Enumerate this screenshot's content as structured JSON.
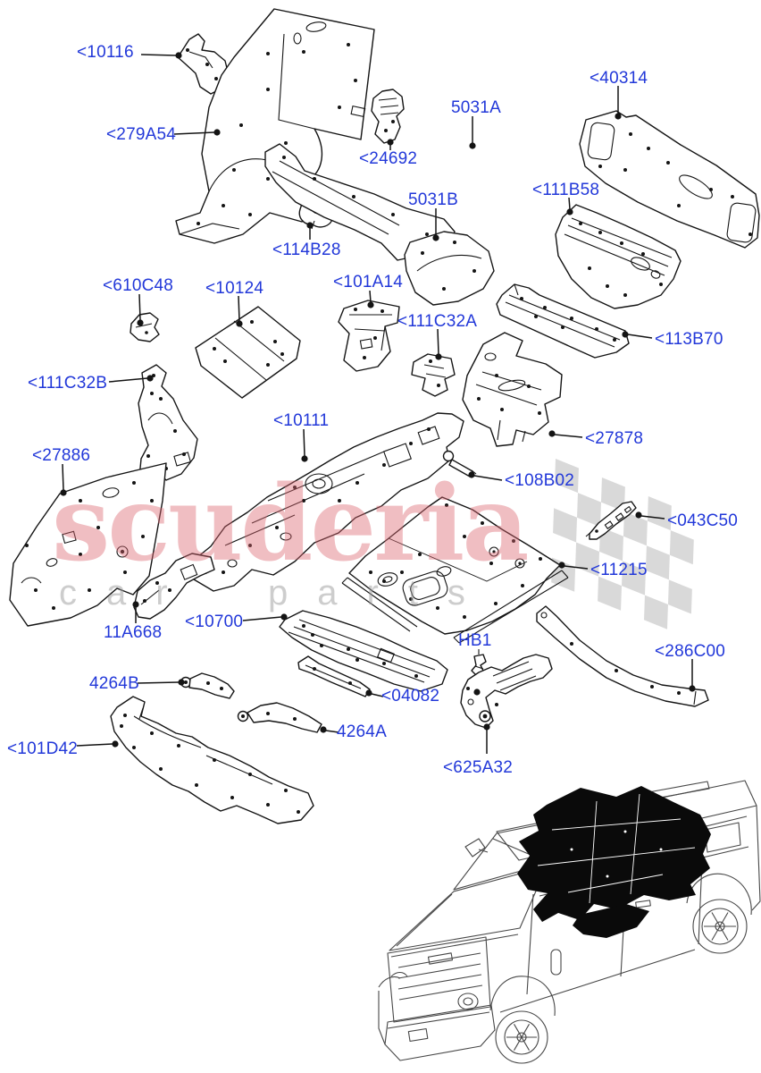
{
  "diagram": {
    "description": "Floor pan and side member exploded parts diagram",
    "watermark": {
      "title": "scuderia",
      "subtitle_left": "car",
      "subtitle_right": "parts"
    },
    "labels": [
      {
        "id": "10116",
        "text": "<10116"
      },
      {
        "id": "279A54",
        "text": "<279A54"
      },
      {
        "id": "24692",
        "text": "<24692"
      },
      {
        "id": "114B28",
        "text": "<114B28"
      },
      {
        "id": "5031A",
        "text": "5031A"
      },
      {
        "id": "40314",
        "text": "<40314"
      },
      {
        "id": "5031B",
        "text": "5031B"
      },
      {
        "id": "111B58",
        "text": "<111B58"
      },
      {
        "id": "610C48",
        "text": "<610C48"
      },
      {
        "id": "10124",
        "text": "<10124"
      },
      {
        "id": "101A14",
        "text": "<101A14"
      },
      {
        "id": "111C32A",
        "text": "<111C32A"
      },
      {
        "id": "113B70",
        "text": "<113B70"
      },
      {
        "id": "111C32B",
        "text": "<111C32B"
      },
      {
        "id": "10111",
        "text": "<10111"
      },
      {
        "id": "27878",
        "text": "<27878"
      },
      {
        "id": "27886",
        "text": "<27886"
      },
      {
        "id": "108B02",
        "text": "<108B02"
      },
      {
        "id": "043C50",
        "text": "<043C50"
      },
      {
        "id": "11215",
        "text": "<11215"
      },
      {
        "id": "11A668",
        "text": "11A668"
      },
      {
        "id": "10700",
        "text": "<10700"
      },
      {
        "id": "HB1",
        "text": "HB1"
      },
      {
        "id": "286C00",
        "text": "<286C00"
      },
      {
        "id": "4264B",
        "text": "4264B"
      },
      {
        "id": "04082",
        "text": "<04082"
      },
      {
        "id": "4264A",
        "text": "4264A"
      },
      {
        "id": "101D42",
        "text": "<101D42"
      },
      {
        "id": "625A32",
        "text": "<625A32"
      }
    ]
  },
  "colors": {
    "label": "#2238d9",
    "line": "#141414",
    "watermark_title": "#dd6670",
    "watermark_subtitle": "#9c9c9c",
    "checker": "#d9d9d9",
    "highlight": "#0a0a0a"
  }
}
